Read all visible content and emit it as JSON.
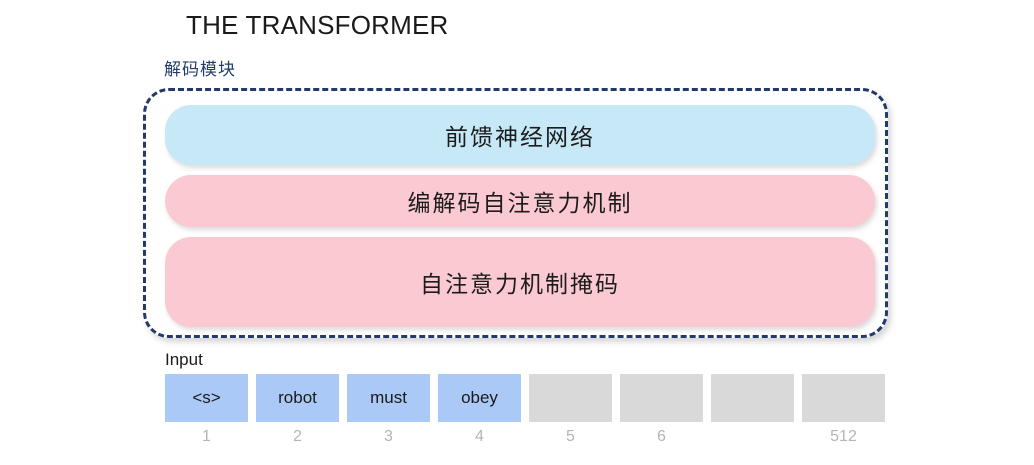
{
  "title": "THE TRANSFORMER",
  "decoder": {
    "label": "解码模块",
    "border_color": "#24396b",
    "sublayers": [
      {
        "name": "feed-forward-network",
        "text": "前馈神经网络",
        "color": "#c6e8f7"
      },
      {
        "name": "encoder-decoder-attention",
        "text": "编解码自注意力机制",
        "color": "#fbc9d2"
      },
      {
        "name": "masked-self-attention",
        "text": "自注意力机制掩码",
        "color": "#fbc9d2"
      }
    ]
  },
  "input": {
    "label": "Input",
    "filled_color": "#abc9f7",
    "empty_color": "#d9d9d9",
    "cells": [
      {
        "token": "<s>",
        "filled": true,
        "index": "1"
      },
      {
        "token": "robot",
        "filled": true,
        "index": "2"
      },
      {
        "token": "must",
        "filled": true,
        "index": "3"
      },
      {
        "token": "obey",
        "filled": true,
        "index": "4"
      },
      {
        "token": "",
        "filled": false,
        "index": "5"
      },
      {
        "token": "",
        "filled": false,
        "index": "6"
      },
      {
        "token": "",
        "filled": false,
        "index": ""
      },
      {
        "token": "",
        "filled": false,
        "index": "512"
      }
    ]
  }
}
